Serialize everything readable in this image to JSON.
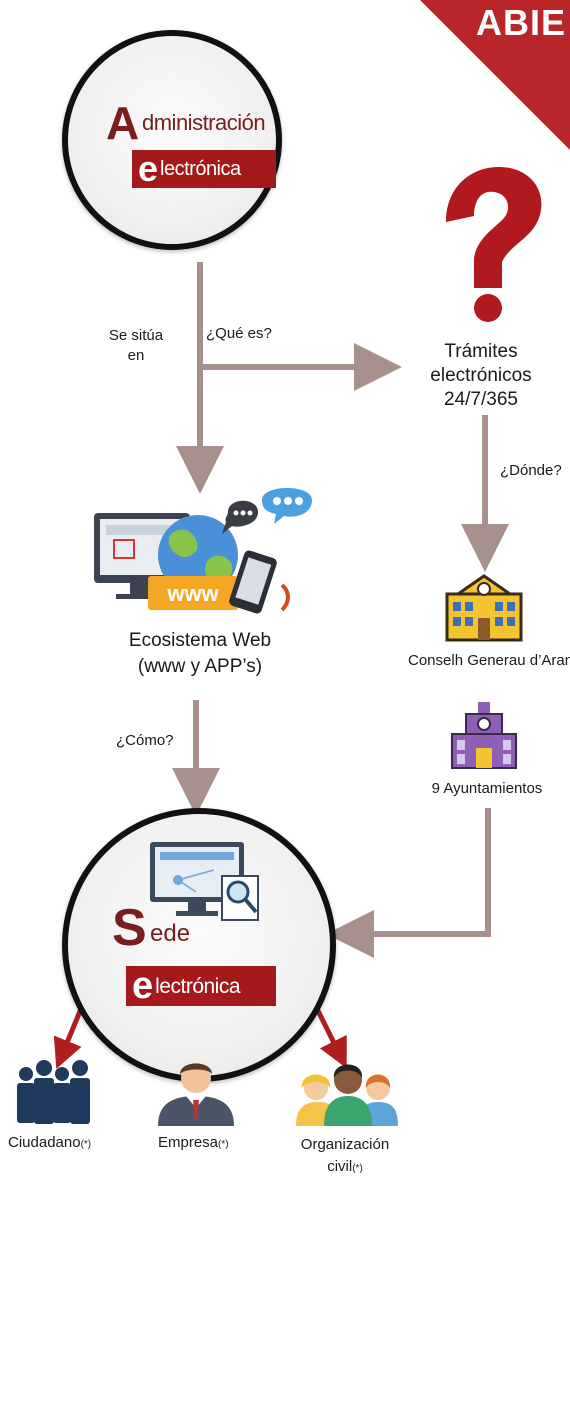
{
  "corner": {
    "text": "ABIE"
  },
  "top_circle": {
    "big_letter": "A",
    "line1": "dministración",
    "box_letter": "e",
    "line2": "lectrónica"
  },
  "bottom_circle": {
    "big_letter": "S",
    "line1": "ede",
    "box_letter": "e",
    "line2": "lectrónica"
  },
  "edges": {
    "se_situa_1": "Se sitúa",
    "se_situa_2": "en",
    "que_es": "¿Qué es?",
    "donde": "¿Dónde?",
    "como": "¿Cómo?"
  },
  "nodes": {
    "tramites_1": "Trámites electrónicos",
    "tramites_2": "24/7/365",
    "eco_1": "Ecosistema Web",
    "eco_2": "(www y APP’s)",
    "conselh": "Conselh Generau d’Aran",
    "ayuntamientos": "9 Ayuntamientos"
  },
  "bottom": {
    "ciudadano": "Ciudadano",
    "ciudadano_mark": "(*)",
    "empresa": "Empresa",
    "empresa_mark": "(*)",
    "org_1": "Organización",
    "org_2": "civil",
    "org_mark": "(*)"
  },
  "www_text": "www",
  "colors": {
    "accent_dark_red": "#7a1d1f",
    "box_red": "#a3191c",
    "arrow_gray": "#a8908c",
    "arrow_red": "#b01e22"
  }
}
